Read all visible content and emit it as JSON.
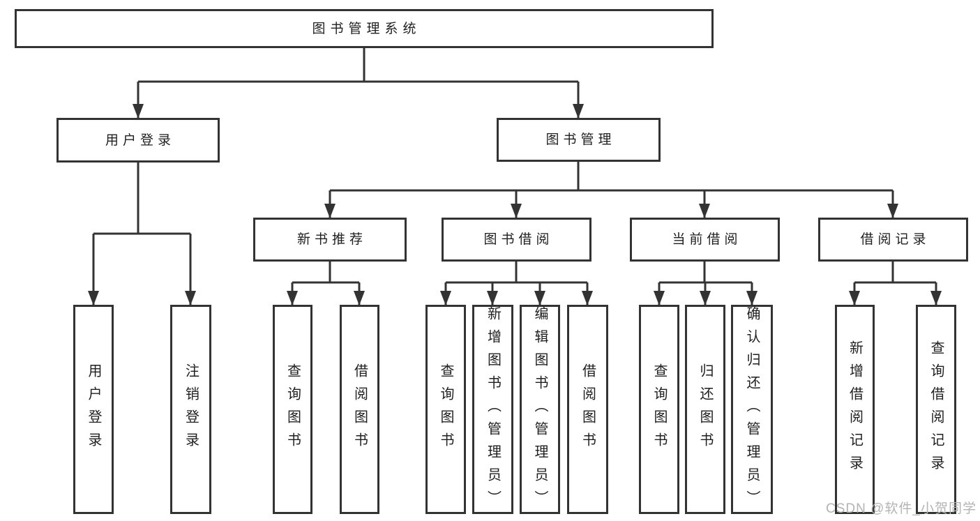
{
  "diagram": {
    "root": {
      "label": "图书管理系统"
    },
    "branches": [
      {
        "label": "用户登录",
        "children": [
          {
            "label": "用户登录"
          },
          {
            "label": "注销登录"
          }
        ]
      },
      {
        "label": "图书管理",
        "children": [
          {
            "label": "新书推荐",
            "children": [
              {
                "label": "查询图书"
              },
              {
                "label": "借阅图书"
              }
            ]
          },
          {
            "label": "图书借阅",
            "children": [
              {
                "label": "查询图书"
              },
              {
                "label": "新增图书（管理员）"
              },
              {
                "label": "编辑图书（管理员）"
              },
              {
                "label": "借阅图书"
              }
            ]
          },
          {
            "label": "当前借阅",
            "children": [
              {
                "label": "查询图书"
              },
              {
                "label": "归还图书"
              },
              {
                "label": "确认归还（管理员）"
              }
            ]
          },
          {
            "label": "借阅记录",
            "children": [
              {
                "label": "新增借阅记录"
              },
              {
                "label": "查询借阅记录"
              }
            ]
          }
        ]
      }
    ]
  },
  "watermark": {
    "label": "CSDN @软件_小贺同学"
  },
  "colors": {
    "line": "#333333",
    "text": "#1f1f1f",
    "box_background": "#ffffff",
    "page_background": "#ffffff",
    "watermark": "#b3b3b3"
  }
}
